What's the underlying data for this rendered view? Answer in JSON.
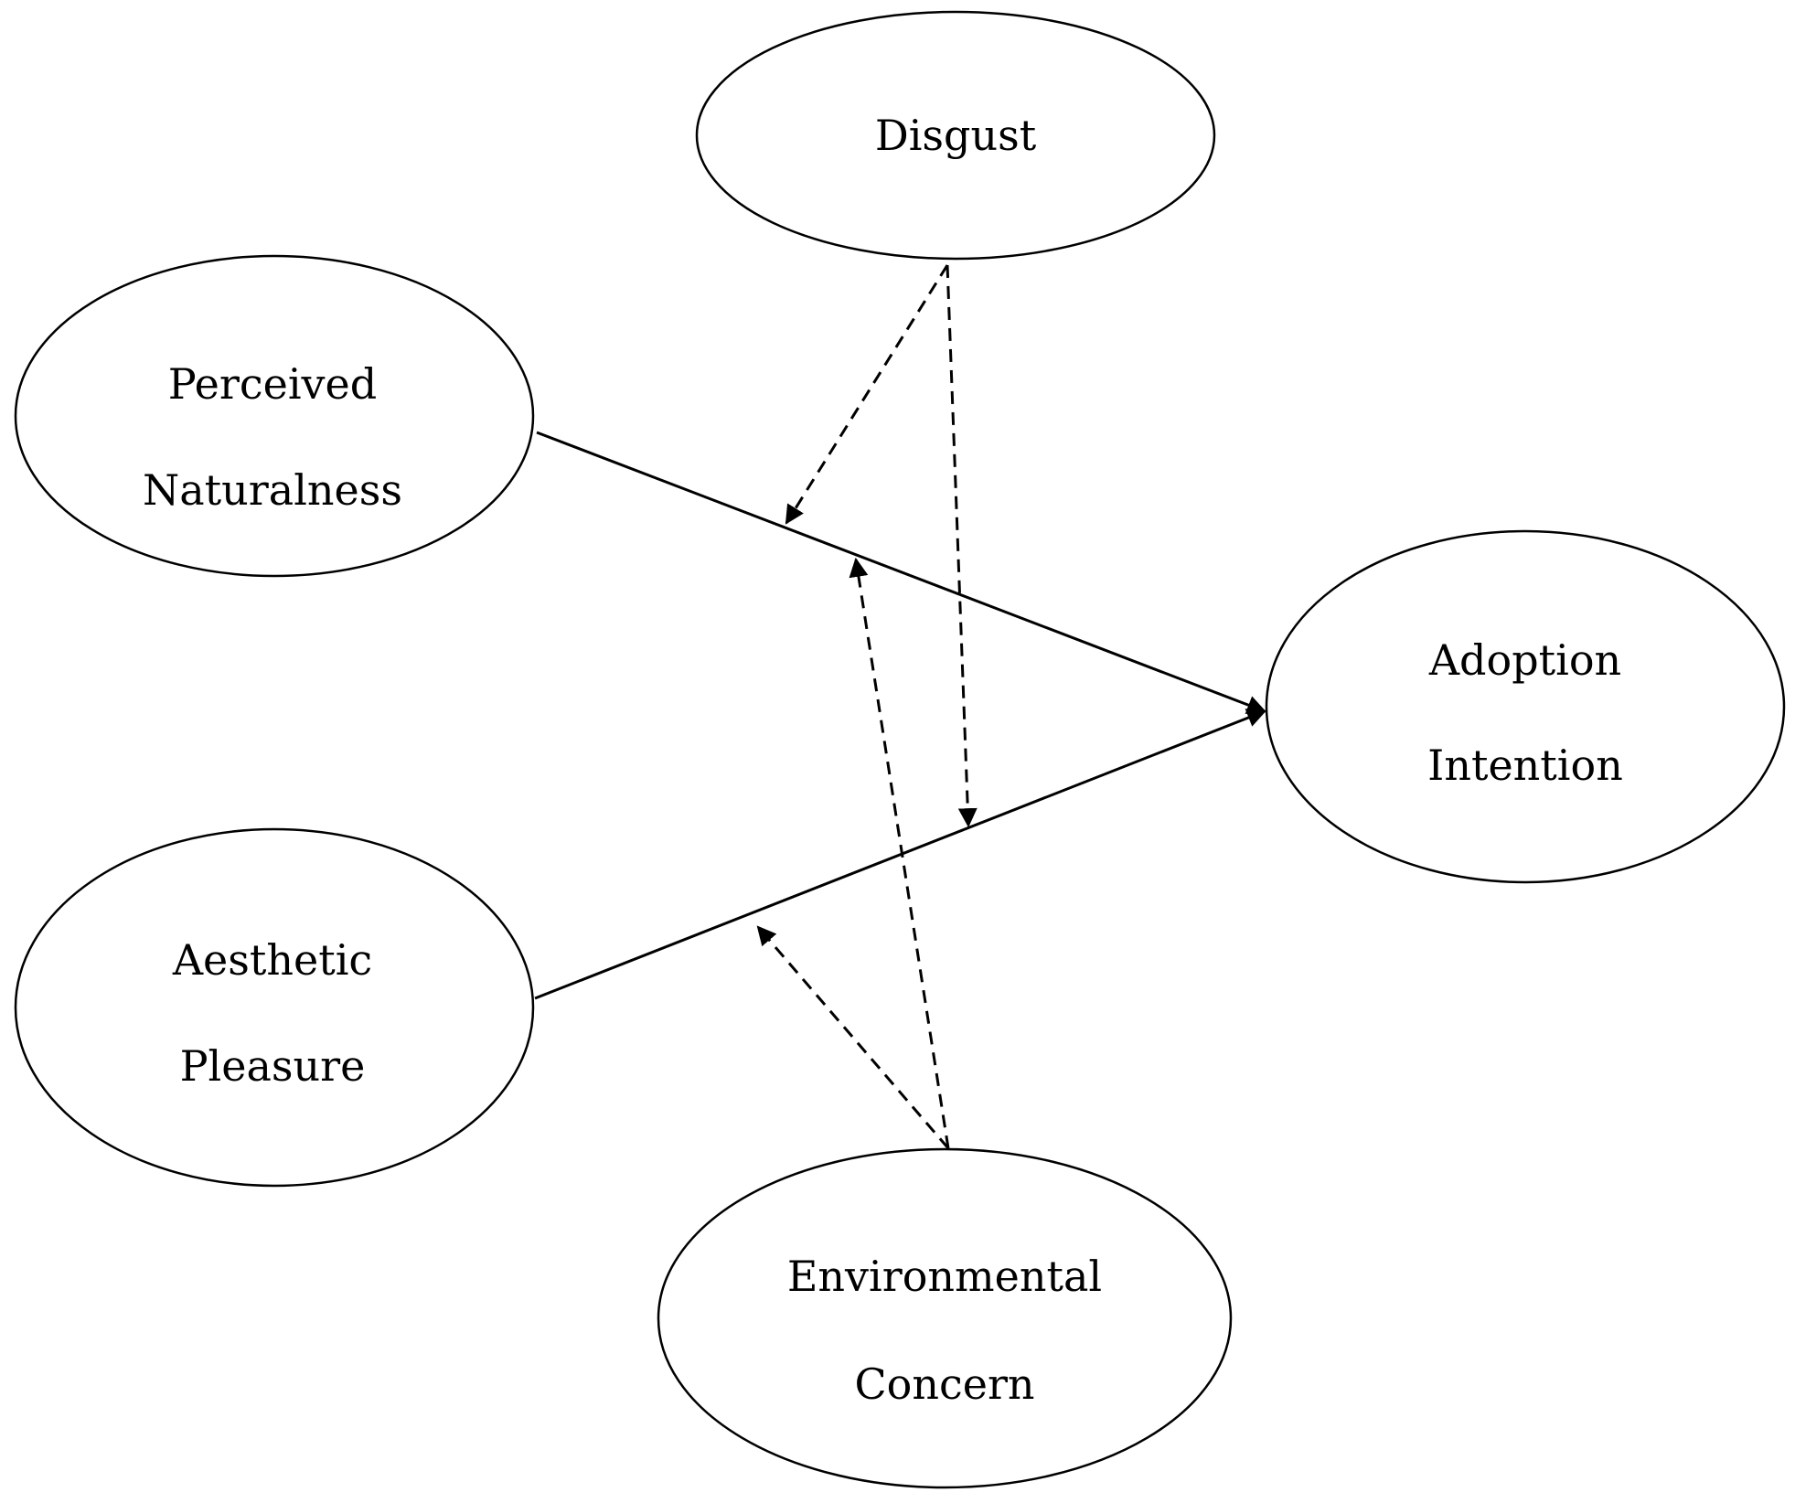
{
  "diagram": {
    "nodes": [
      {
        "id": "disgust",
        "lines": [
          "Disgust"
        ]
      },
      {
        "id": "perceived_naturalness",
        "lines": [
          "Perceived",
          "Naturalness"
        ]
      },
      {
        "id": "adoption_intention",
        "lines": [
          "Adoption",
          "Intention"
        ]
      },
      {
        "id": "aesthetic_pleasure",
        "lines": [
          "Aesthetic",
          "Pleasure"
        ]
      },
      {
        "id": "environmental_concern",
        "lines": [
          "Environmental",
          "Concern"
        ]
      }
    ],
    "edges": [
      {
        "from": "perceived_naturalness",
        "to": "adoption_intention",
        "style": "solid"
      },
      {
        "from": "aesthetic_pleasure",
        "to": "adoption_intention",
        "style": "solid"
      },
      {
        "from": "disgust",
        "to": "edge:perceived_naturalness->adoption_intention",
        "style": "dashed"
      },
      {
        "from": "disgust",
        "to": "edge:aesthetic_pleasure->adoption_intention",
        "style": "dashed"
      },
      {
        "from": "environmental_concern",
        "to": "edge:perceived_naturalness->adoption_intention",
        "style": "dashed"
      },
      {
        "from": "environmental_concern",
        "to": "edge:aesthetic_pleasure->adoption_intention",
        "style": "dashed"
      }
    ],
    "colors": {
      "stroke": "#000000",
      "background": "#ffffff"
    }
  }
}
